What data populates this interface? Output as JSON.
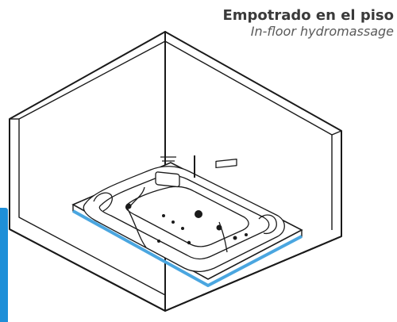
{
  "header": {
    "title_es": "Empotrado en el piso",
    "subtitle_en": "In-floor hydromassage"
  },
  "colors": {
    "line": "#1a1a1a",
    "floor_edge": "#4aa6e0",
    "side_bar": "#1e8fd8",
    "title": "#3a3a3a",
    "subtitle": "#5a5a5a"
  },
  "icons": {
    "room": "isometric-room-corner",
    "tub": "hydromassage-bathtub"
  }
}
